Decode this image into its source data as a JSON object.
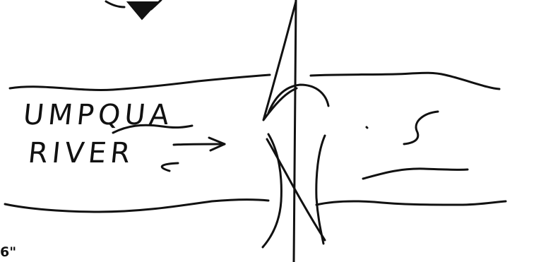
{
  "river_label": {
    "line1": "UMPQUA",
    "line2": "RIVER"
  },
  "corner_text": "6\"",
  "icons": {
    "flow_arrow": "right-arrow-icon",
    "marker": "down-triangle-icon"
  },
  "ink_color": "#111111",
  "background_color": "#ffffff"
}
